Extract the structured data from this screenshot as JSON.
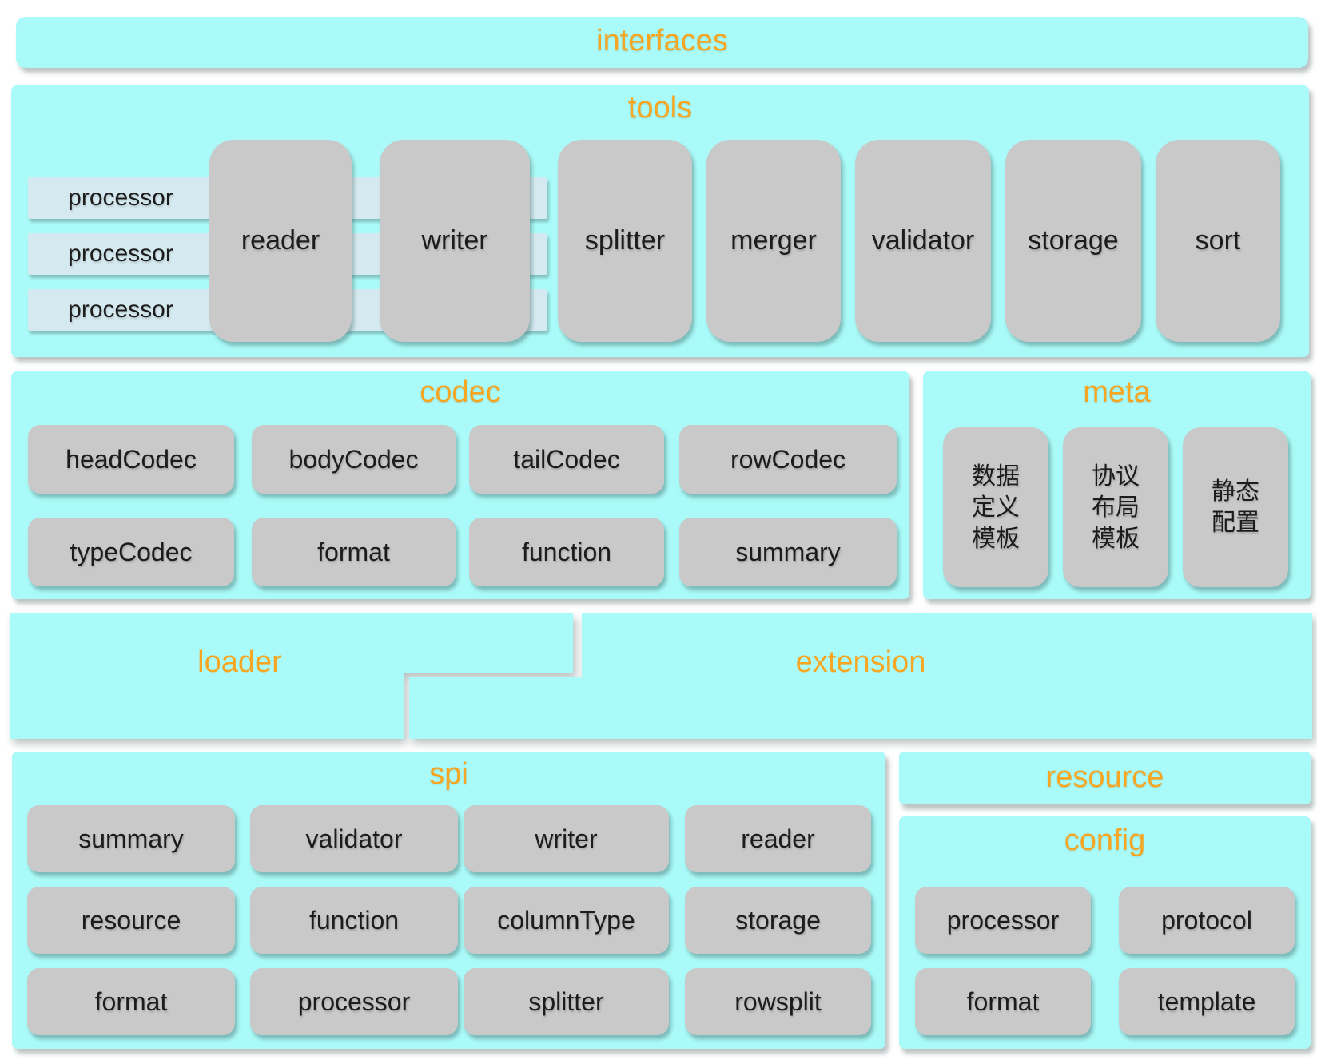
{
  "palette": {
    "section_cyan": "#a9faf8",
    "title_orange": "#f6a623",
    "box_gray": "#c9c9c9",
    "box_text": "#1c1c1c",
    "processor_bar_blue": "#d5eaf0"
  },
  "interfaces": {
    "title": "interfaces"
  },
  "tools": {
    "title": "tools",
    "processors": [
      "processor",
      "processor",
      "processor"
    ],
    "boxes": [
      "reader",
      "writer",
      "splitter",
      "merger",
      "validator",
      "storage",
      "sort"
    ]
  },
  "codec": {
    "title": "codec",
    "boxes": [
      "headCodec",
      "bodyCodec",
      "tailCodec",
      "rowCodec",
      "typeCodec",
      "format",
      "function",
      "summary"
    ]
  },
  "meta": {
    "title": "meta",
    "boxes": [
      "数据\n定义\n模板",
      "协议\n布局\n模板",
      "静态\n配置"
    ]
  },
  "loader": {
    "title": "loader"
  },
  "extension": {
    "title": "extension"
  },
  "spi": {
    "title": "spi",
    "boxes": [
      "summary",
      "validator",
      "writer",
      "reader",
      "resource",
      "function",
      "columnType",
      "storage",
      "format",
      "processor",
      "splitter",
      "rowsplit"
    ]
  },
  "resource": {
    "title": "resource"
  },
  "config": {
    "title": "config",
    "boxes": [
      "processor",
      "protocol",
      "format",
      "template"
    ]
  }
}
